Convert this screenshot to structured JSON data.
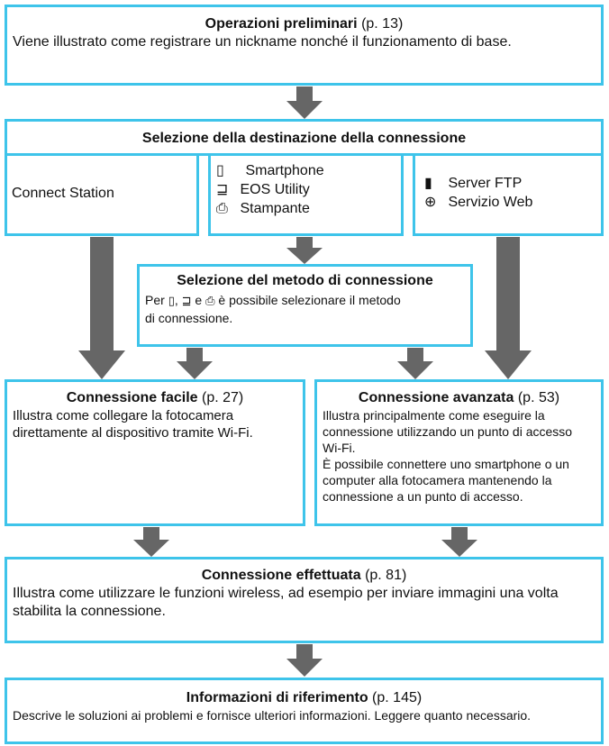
{
  "prelim": {
    "title": "Operazioni preliminari",
    "page": "(p. 13)",
    "text": "Viene illustrato come registrare un nickname nonché il funzionamento di base."
  },
  "destination": {
    "title": "Selezione della destinazione della connessione",
    "connect_station": "Connect Station",
    "group_b": [
      {
        "icon": "smartphone-icon",
        "glyph": "▯",
        "label": "Smartphone"
      },
      {
        "icon": "computer-icon",
        "glyph": "⊒",
        "label": "EOS Utility"
      },
      {
        "icon": "printer-icon",
        "glyph": "⎙",
        "label": "Stampante"
      }
    ],
    "group_c": [
      {
        "icon": "ftp-server-icon",
        "glyph": "▮",
        "label": "Server FTP"
      },
      {
        "icon": "globe-icon",
        "glyph": "⊕",
        "label": "Servizio Web"
      }
    ]
  },
  "method": {
    "title": "Selezione del metodo di connessione",
    "text_prefix": "Per",
    "text_and": "e",
    "text_suffix": "è possibile selezionare il metodo",
    "text_line2": "di connessione."
  },
  "easy": {
    "title": "Connessione facile",
    "page": "(p. 27)",
    "text": "Illustra come collegare la fotocamera direttamente al dispositivo tramite Wi-Fi."
  },
  "advanced": {
    "title": "Connessione avanzata",
    "page": "(p. 53)",
    "text1": "Illustra principalmente come eseguire la connessione utilizzando un punto di accesso Wi-Fi.",
    "text2": "È possibile connettere uno smartphone o un computer alla fotocamera mantenendo la connessione a un punto di accesso."
  },
  "done": {
    "title": "Connessione effettuata",
    "page": "(p. 81)",
    "text": "Illustra come utilizzare le funzioni wireless, ad esempio per inviare immagini una volta stabilita la connessione."
  },
  "reference": {
    "title": "Informazioni di riferimento",
    "page": "(p. 145)",
    "text": "Descrive le soluzioni ai problemi e fornisce ulteriori informazioni. Leggere quanto necessario."
  },
  "colors": {
    "border": "#3ec4ea",
    "arrow": "#666666"
  }
}
